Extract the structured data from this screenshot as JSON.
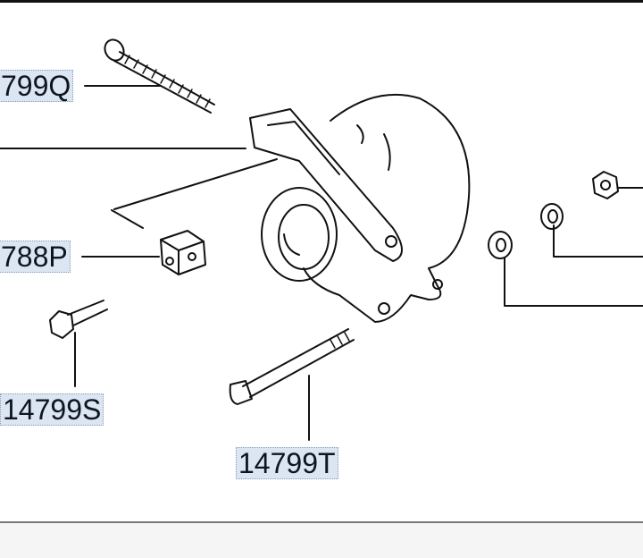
{
  "diagram": {
    "labels": {
      "q": "799Q",
      "p": "788P",
      "s": "14799S",
      "t": "14799T"
    }
  },
  "colors": {
    "label_highlight": "#dbe6f2",
    "line": "#111111"
  }
}
